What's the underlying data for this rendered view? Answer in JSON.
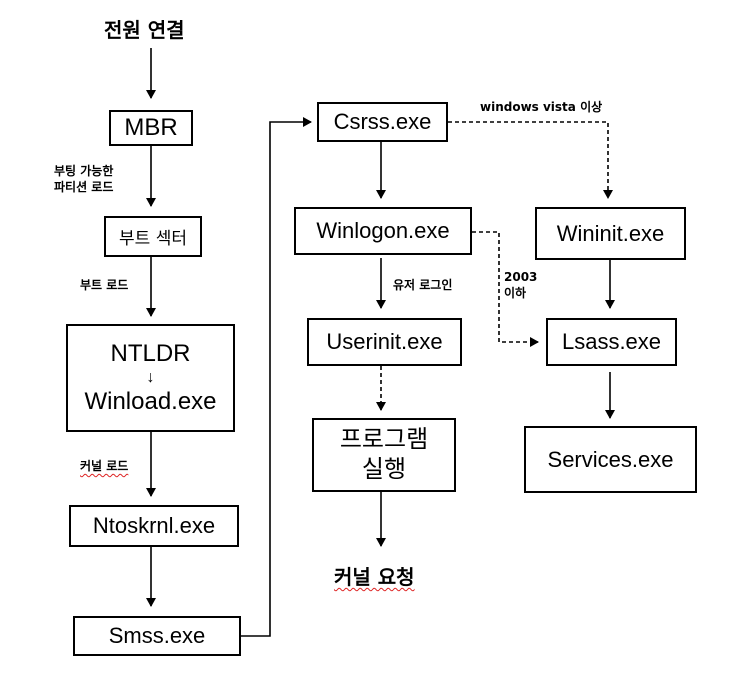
{
  "nodes": {
    "power_on": "전원 연결",
    "mbr": "MBR",
    "boot_sector": "부트 섹터",
    "ntldr": "NTLDR",
    "ntldr_arrow": "↓",
    "winload": "Winload.exe",
    "ntoskrnl": "Ntoskrnl.exe",
    "smss": "Smss.exe",
    "csrss": "Csrss.exe",
    "winlogon": "Winlogon.exe",
    "userinit": "Userinit.exe",
    "program_line1": "프로그램",
    "program_line2": "실행",
    "kernel_request": "커널 요청",
    "wininit": "Wininit.exe",
    "lsass": "Lsass.exe",
    "services": "Services.exe"
  },
  "edge_labels": {
    "bootable_partition_line1": "부팅 가능한",
    "bootable_partition_line2": "파티션 로드",
    "boot_load": "부트 로드",
    "kernel_load": "커널 로드",
    "user_login": "유저 로그인",
    "vista_or_later": "windows vista 이상",
    "xp2003_line1": "2003",
    "xp2003_line2": "이하"
  }
}
